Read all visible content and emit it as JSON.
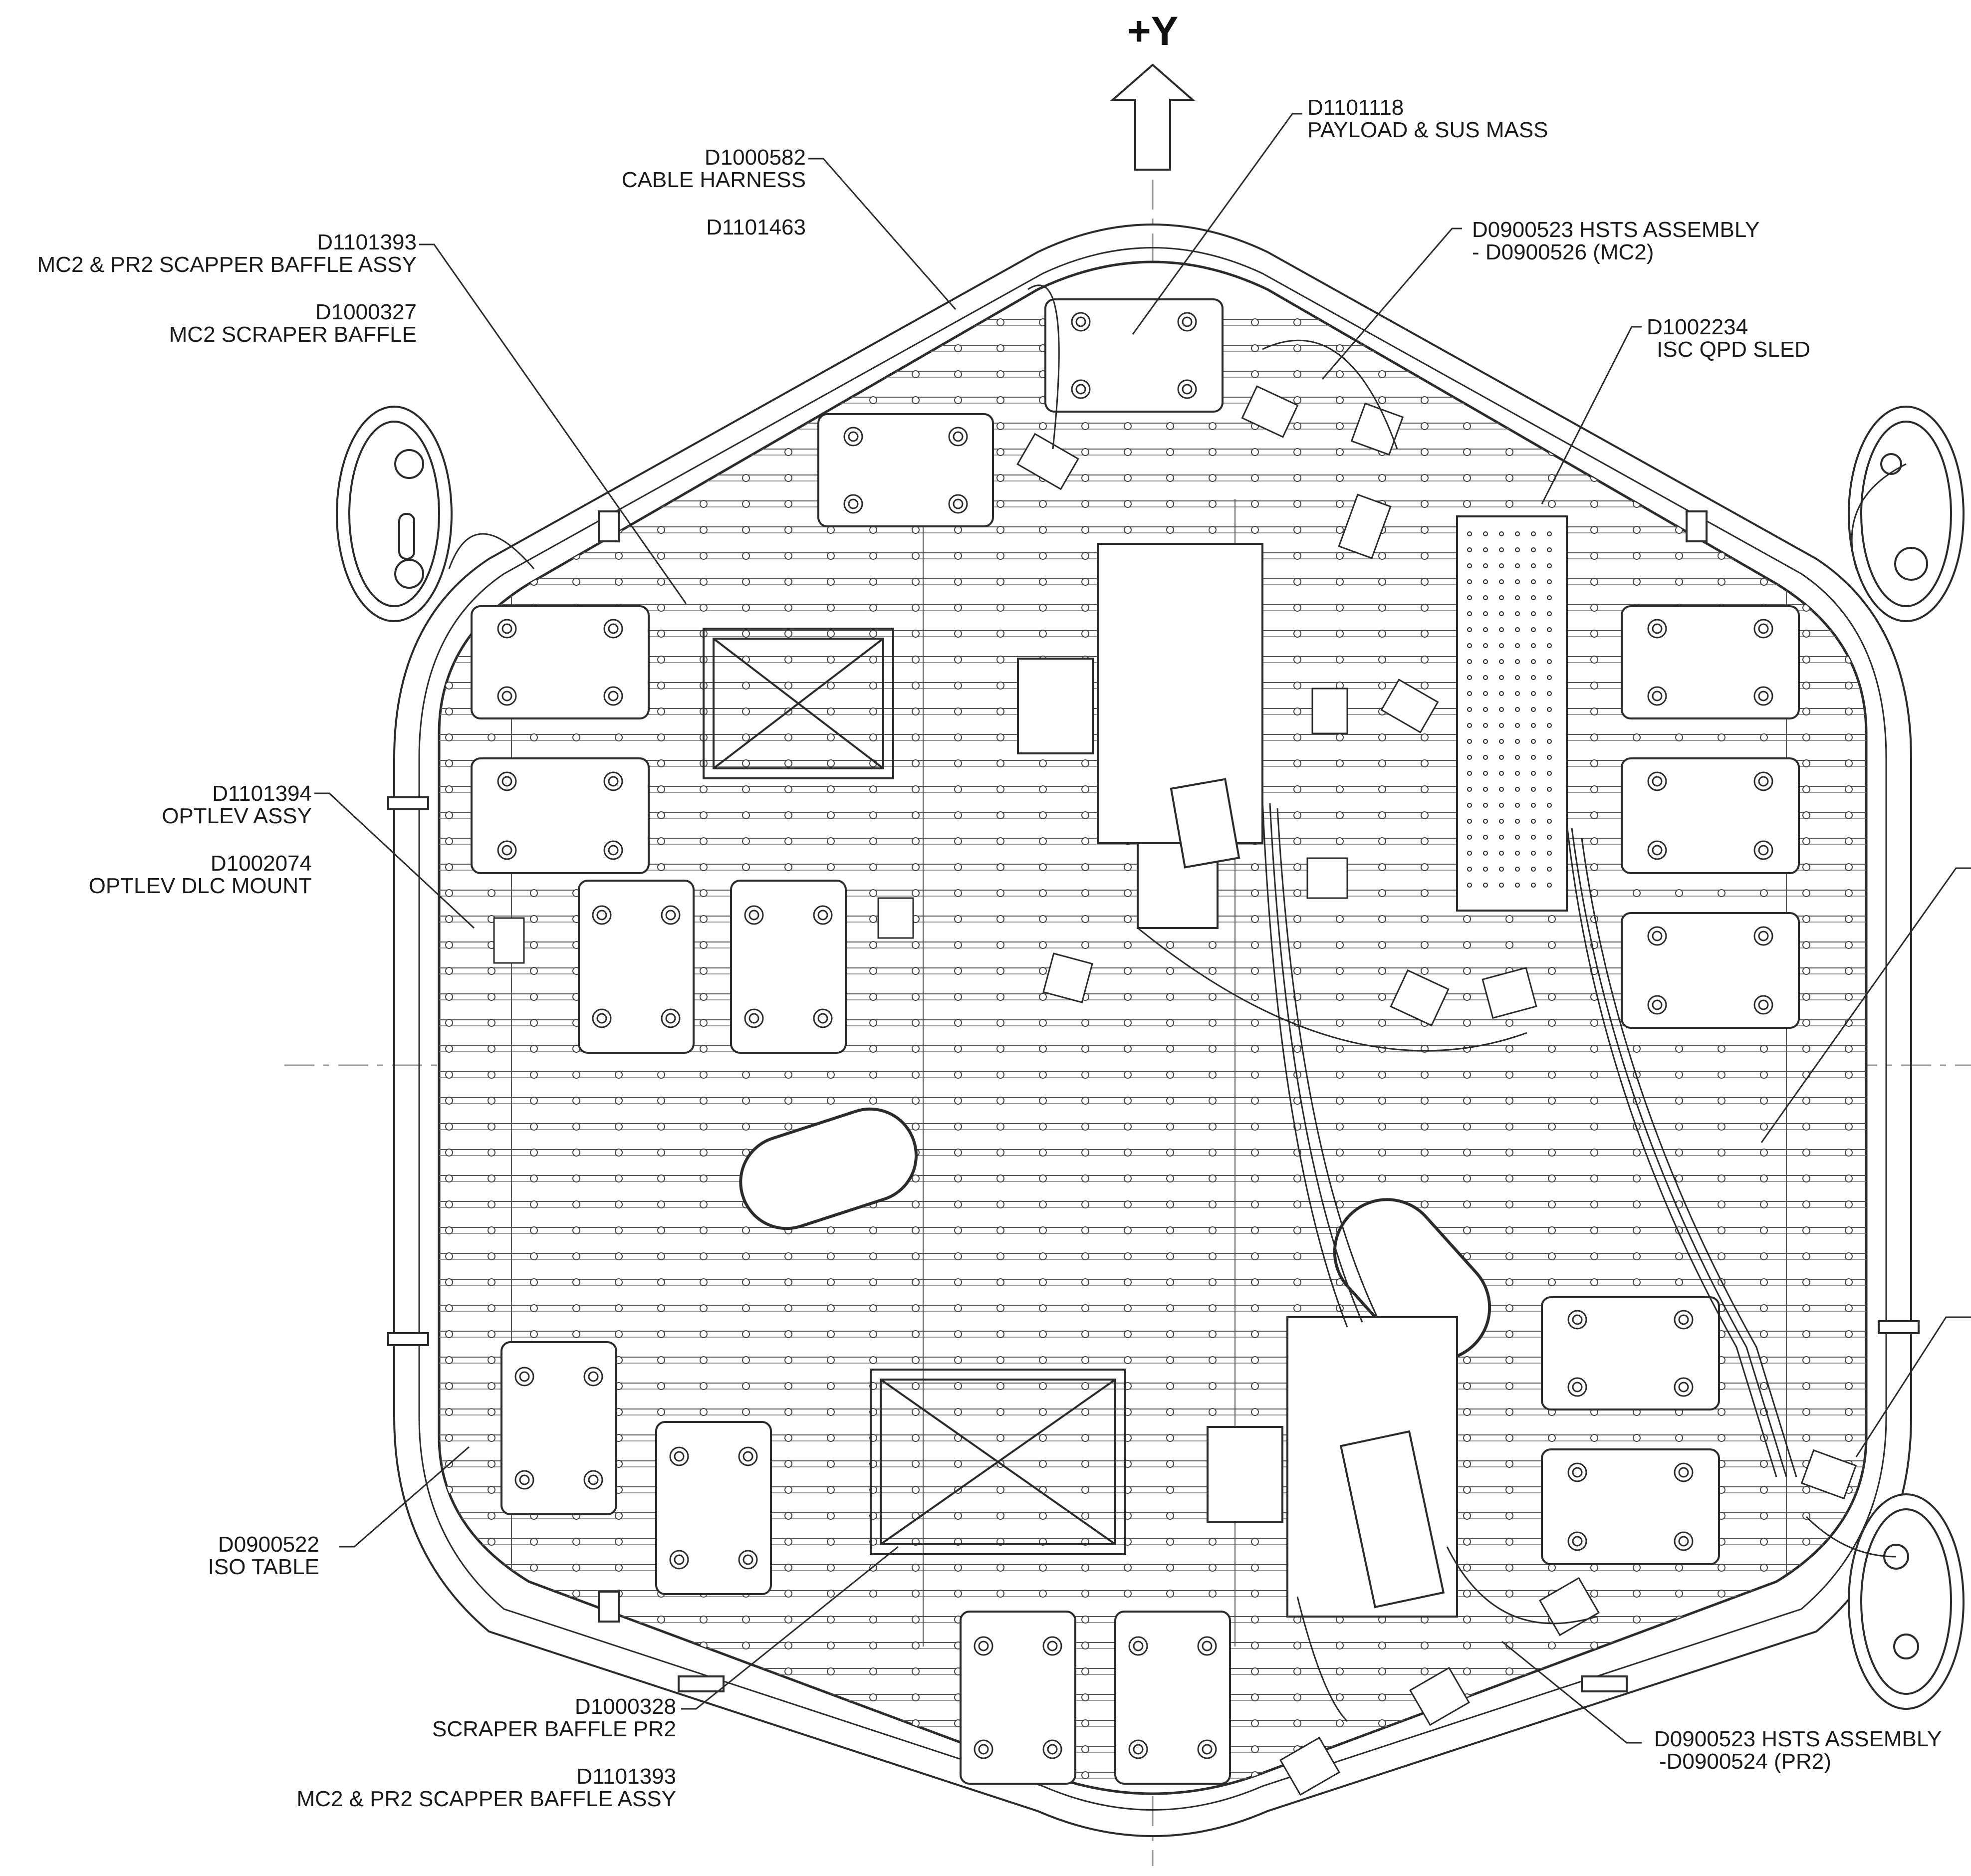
{
  "axis_label": "+Y",
  "callouts": {
    "payload": [
      "D1101118",
      "PAYLOAD & SUS MASS"
    ],
    "cable_harness": [
      "D1000582",
      "CABLE HARNESS"
    ],
    "cable_harness_alt": "D1101463",
    "hsts_mc2": [
      "D0900523 HSTS ASSEMBLY",
      " - D0900526 (MC2)"
    ],
    "scraper_assy_top": [
      "D1101393",
      "MC2 & PR2 SCAPPER BAFFLE ASSY"
    ],
    "mc2_scraper": [
      "D1000327",
      "MC2 SCRAPER BAFFLE"
    ],
    "qpd_sled": [
      "D1002234",
      "ISC QPD SLED"
    ],
    "optlev_assy": [
      "D1101394",
      "OPTLEV ASSY"
    ],
    "optlev_mount": [
      "D1002074",
      "OPTLEV DLC MOUNT"
    ],
    "iso_table": [
      "D0900522",
      "ISO TABLE"
    ],
    "scraper_pr2": [
      "D1000328",
      "SCRAPER BAFFLE PR2"
    ],
    "scraper_assy_bottom": [
      "D1101393",
      "MC2 & PR2 SCAPPER BAFFLE ASSY"
    ],
    "hsts_pr2": [
      "D0900523 HSTS ASSEMBLY",
      "-D0900524 (PR2)"
    ]
  },
  "colors": {
    "line": "#2b2b2b",
    "label": "#1a1a1a",
    "background": "#ffffff"
  }
}
